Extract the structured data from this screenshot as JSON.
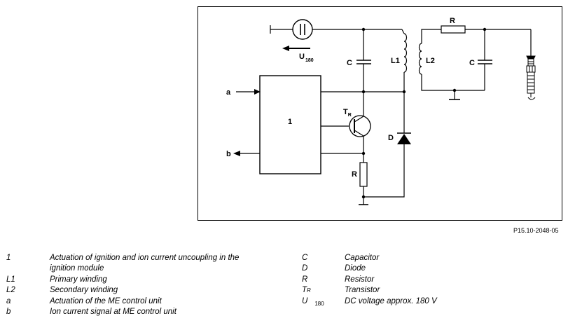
{
  "figure_code": "P15.10-2048-05",
  "labels": {
    "module": "1",
    "input_a": "a",
    "output_b": "b",
    "capacitor_left": "C",
    "primary_winding": "L1",
    "secondary_winding": "L2",
    "resistor_top": "R",
    "capacitor_right": "C",
    "transistor": "T",
    "transistor_sub": "R",
    "diode": "D",
    "resistor_bottom": "R",
    "voltage": "U",
    "voltage_sub": "180"
  },
  "legend_left": [
    {
      "key": "1",
      "text": "Actuation of ignition and ion current uncoupling in the ignition module"
    },
    {
      "key": "L1",
      "text": "Primary winding"
    },
    {
      "key": "L2",
      "text": "Secondary winding"
    },
    {
      "key": "a",
      "text": "Actuation of the ME control unit"
    },
    {
      "key": "b",
      "text": "Ion current signal at ME control unit"
    }
  ],
  "legend_right": [
    {
      "key": "C",
      "text": "Capacitor"
    },
    {
      "key": "D",
      "text": "Diode"
    },
    {
      "key": "R",
      "text": "Resistor"
    },
    {
      "key": "T",
      "key_sub": "R",
      "text": "Transistor"
    },
    {
      "key": "U",
      "key_sub": "180",
      "text": "DC voltage approx. 180 V"
    }
  ]
}
